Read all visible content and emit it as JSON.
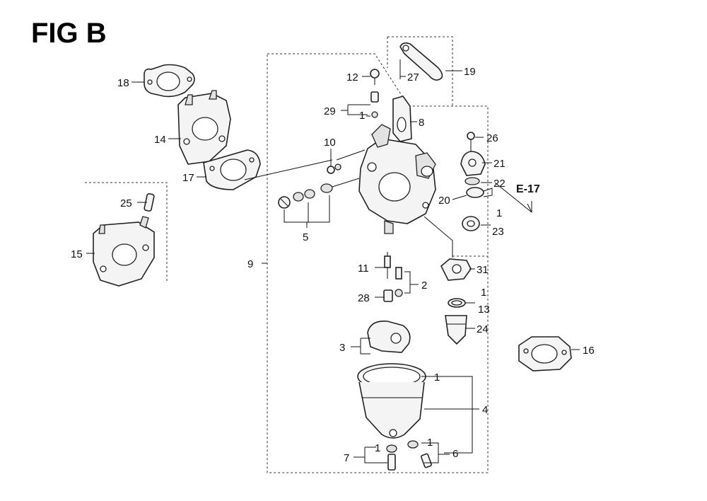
{
  "figure": {
    "title": "FIG B",
    "callout_ref": "E-17"
  },
  "callouts": [
    {
      "id": "18",
      "text": "18"
    },
    {
      "id": "14",
      "text": "14"
    },
    {
      "id": "17",
      "text": "17"
    },
    {
      "id": "25",
      "text": "25"
    },
    {
      "id": "15",
      "text": "15"
    },
    {
      "id": "12",
      "text": "12"
    },
    {
      "id": "29",
      "text": "29"
    },
    {
      "id": "1a",
      "text": "1"
    },
    {
      "id": "8",
      "text": "8"
    },
    {
      "id": "27",
      "text": "27"
    },
    {
      "id": "19",
      "text": "19"
    },
    {
      "id": "26",
      "text": "26"
    },
    {
      "id": "21",
      "text": "21"
    },
    {
      "id": "22",
      "text": "22"
    },
    {
      "id": "20",
      "text": "20"
    },
    {
      "id": "1b",
      "text": "1"
    },
    {
      "id": "23",
      "text": "23"
    },
    {
      "id": "10",
      "text": "10"
    },
    {
      "id": "5",
      "text": "5"
    },
    {
      "id": "9",
      "text": "9"
    },
    {
      "id": "11",
      "text": "11"
    },
    {
      "id": "2",
      "text": "2"
    },
    {
      "id": "28",
      "text": "28"
    },
    {
      "id": "31",
      "text": "31"
    },
    {
      "id": "1c",
      "text": "1"
    },
    {
      "id": "13",
      "text": "13"
    },
    {
      "id": "24",
      "text": "24"
    },
    {
      "id": "3",
      "text": "3"
    },
    {
      "id": "16",
      "text": "16"
    },
    {
      "id": "1d",
      "text": "1"
    },
    {
      "id": "4",
      "text": "4"
    },
    {
      "id": "7",
      "text": "7"
    },
    {
      "id": "1e",
      "text": "1"
    },
    {
      "id": "1f",
      "text": "1"
    },
    {
      "id": "6",
      "text": "6"
    }
  ]
}
